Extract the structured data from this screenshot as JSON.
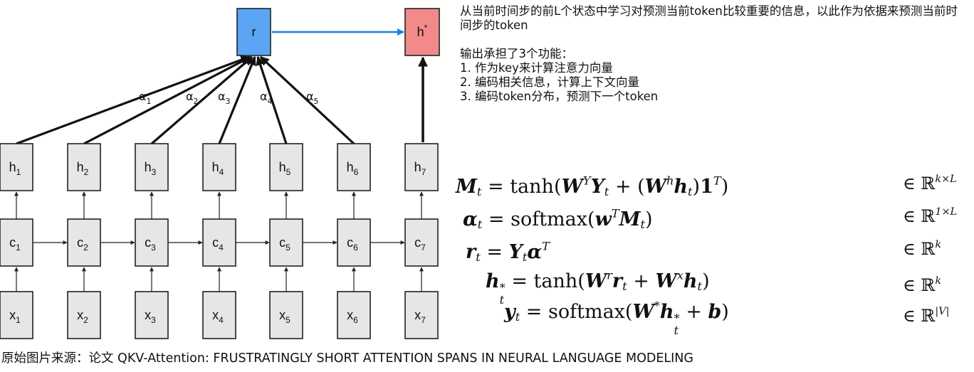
{
  "diagram": {
    "nodes": {
      "r": "r",
      "hstar_base": "h",
      "hstar_sup": "*",
      "x_base": "x",
      "c_base": "c",
      "h_base": "h",
      "subs": [
        "1",
        "2",
        "3",
        "4",
        "5",
        "6",
        "7"
      ]
    },
    "alpha_base": "α",
    "alpha_subs": [
      "1",
      "2",
      "3",
      "4",
      "5"
    ],
    "colors": {
      "r_fill": "#5aa6f5",
      "hstar_fill": "#f38a8a",
      "arrow_blue": "#1b7fe0",
      "node_fill": "#e6e6e6"
    }
  },
  "description": {
    "para1": "从当前时间步的前L个状态中学习对预测当前token比较重要的信息，以此作为依据来预测当前时间步的token",
    "heading": "输出承担了3个功能：",
    "items": [
      "1. 作为key来计算注意力向量",
      "2. 编码相关信息，计算上下文向量",
      "3. 编码token分布，预测下一个token"
    ]
  },
  "equations": [
    {
      "lhs": "M",
      "lhs_sub": "t",
      "domain": "k×L"
    },
    {
      "lhs": "α",
      "lhs_sub": "t",
      "domain": "1×L"
    },
    {
      "lhs": "r",
      "lhs_sub": "t",
      "domain": "k"
    },
    {
      "lhs": "h",
      "lhs_sub": "t",
      "lhs_sup": "*",
      "domain": "k"
    },
    {
      "lhs": "y",
      "lhs_sub": "t",
      "domain": "|V|"
    }
  ],
  "math_tokens": {
    "eq": " = ",
    "tanh": "tanh",
    "softmax": "softmax",
    "W": "W",
    "Y": "Y",
    "w": "w",
    "b": "b",
    "one": "1",
    "sup_Y": "Y",
    "sup_h": "h",
    "sup_T": "T",
    "sup_r": "r",
    "sup_x": "x",
    "star": "*",
    "in": "∈ ℝ",
    "sub_t": "t"
  },
  "caption": "原始图片来源：论文 QKV-Attention: FRUSTRATINGLY SHORT ATTENTION SPANS IN NEURAL LANGUAGE MODELING"
}
